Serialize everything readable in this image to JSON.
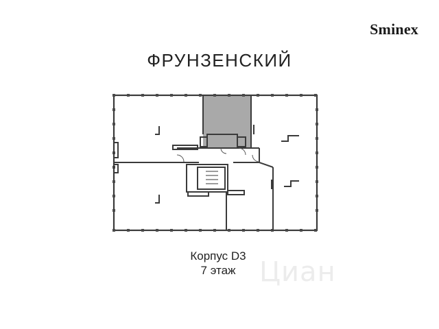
{
  "brand": {
    "name": "Sminex"
  },
  "title": "ФРУНЗЕНСКИЙ",
  "caption": {
    "building": "Корпус D3",
    "floor": "7 этаж"
  },
  "watermark": {
    "text": "Циан"
  },
  "colors": {
    "highlight": "#a9a9a9",
    "walls": "#3a3a3a",
    "columns": "#4a4a4a"
  }
}
